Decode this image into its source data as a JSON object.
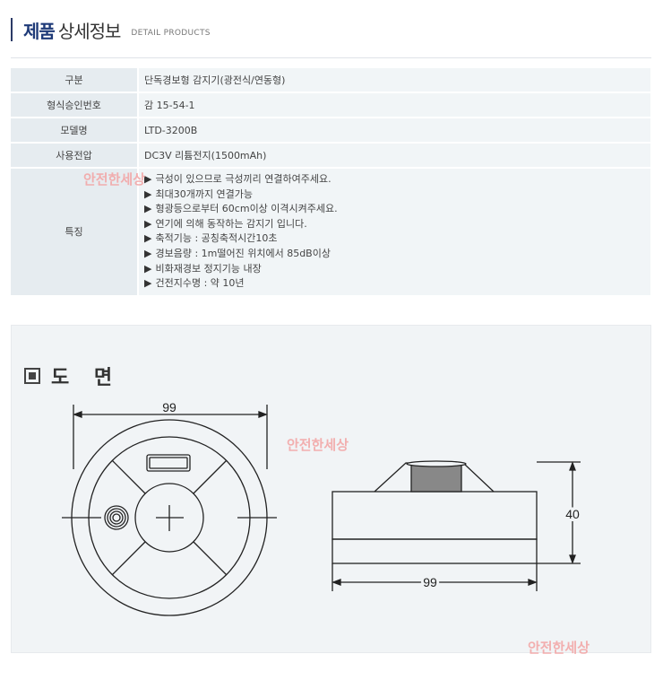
{
  "header": {
    "title_bold": "제품",
    "title_rest": "상세정보",
    "subtitle": "DETAIL PRODUCTS"
  },
  "spec": {
    "rows": [
      {
        "label": "구분",
        "value": "단독경보형 감지기(광전식/연동형)"
      },
      {
        "label": "형식승인번호",
        "value": "감 15-54-1"
      },
      {
        "label": "모델명",
        "value": "LTD-3200B"
      },
      {
        "label": "사용전압",
        "value": "DC3V 리튬전지(1500mAh)"
      }
    ],
    "features_label": "특징",
    "features_arrow": "▶",
    "features": [
      "극성이 있으므로 극성끼리 연결하여주세요.",
      "최대30개까지 연결가능",
      "형광등으로부터 60cm이상 이격시켜주세요.",
      "연기에 의해 동작하는 감지기 입니다.",
      "축적기능 : 공칭축적시간10초",
      "경보음량 : 1m떨어진 위치에서 85dB이상",
      "비화재경보 정지기능 내장",
      "건전지수명 : 약 10년"
    ]
  },
  "watermark": "안전한세상",
  "drawing": {
    "title": "도 면",
    "front_width_label": "99",
    "side_width_label": "99",
    "side_height_label": "40"
  },
  "colors": {
    "title_blue": "#1e3a78",
    "row_label_bg": "#e6ecf0",
    "row_value_bg": "#f1f5f7",
    "watermark": "#f3a3a3"
  }
}
